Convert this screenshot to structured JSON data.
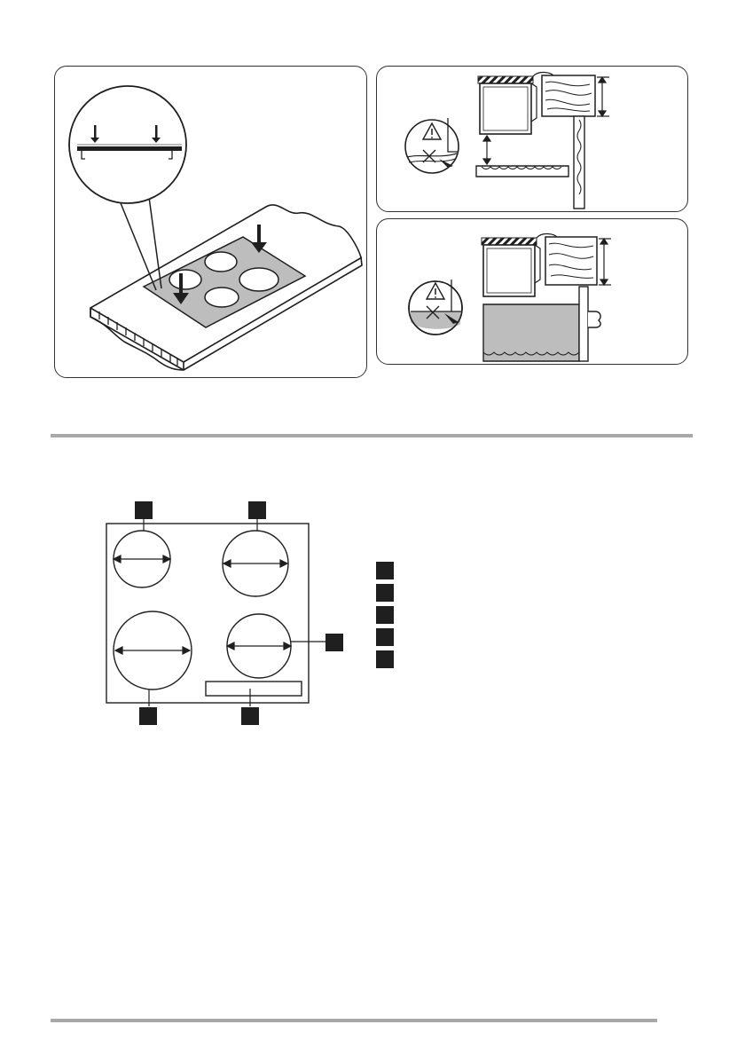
{
  "page": {
    "background_color": "#ffffff",
    "rule_color": "#a8a8a8",
    "ink_color": "#1f1f1f",
    "surface_grey": "#bdbdbd"
  },
  "illustrations": {
    "install_panel": {
      "icons": [
        "magnifier-detail",
        "down-arrow-icon",
        "hob-cutout"
      ]
    },
    "clearance_top": {
      "icons": [
        "warning-triangle-icon",
        "cross-mark-icon",
        "wood-grain"
      ]
    },
    "clearance_bottom": {
      "icons": [
        "warning-triangle-icon",
        "cross-mark-icon",
        "wood-grain"
      ]
    }
  },
  "hob_layout": {
    "zones": 4,
    "callout_markers": 5,
    "legend_markers": 5
  }
}
